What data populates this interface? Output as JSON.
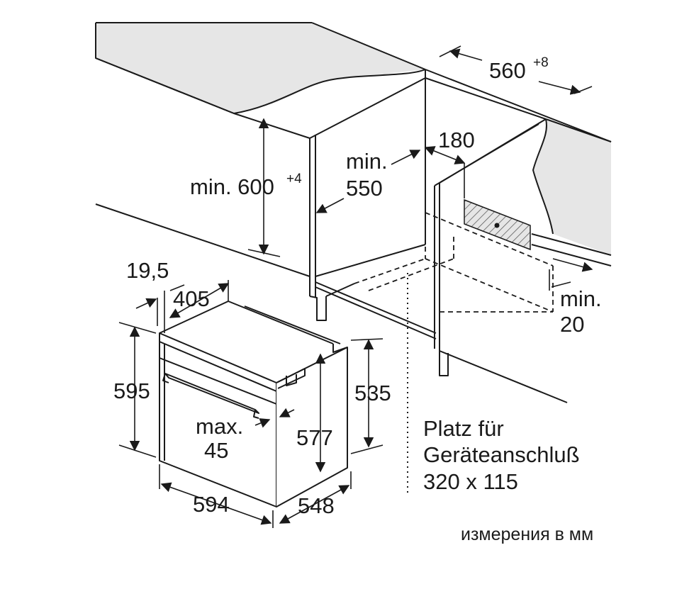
{
  "labels": {
    "width_niche": "560",
    "width_niche_tol": "+8",
    "gap_180": "180",
    "min_550_a": "min.",
    "min_550_b": "550",
    "height_min_a": "min. 600",
    "height_min_tol": "+4",
    "depth_19_5": "19,5",
    "depth_405": "405",
    "height_595": "595",
    "height_535": "535",
    "height_577": "577",
    "max_45_a": "max.",
    "max_45_b": "45",
    "width_594": "594",
    "depth_548": "548",
    "min_20_a": "min.",
    "min_20_b": "20",
    "connection_line1": "Platz für",
    "connection_line2": "Geräteanschluß",
    "connection_line3": "320 x 115",
    "units_note": "измерения в мм"
  }
}
